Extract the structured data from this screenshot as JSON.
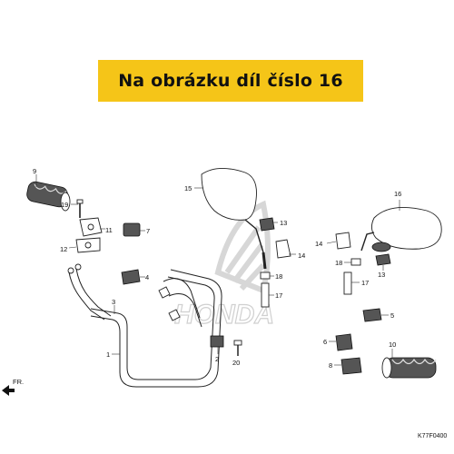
{
  "banner": {
    "text": "Na obrázku díl číslo 16",
    "color": "#f5c518"
  },
  "watermark": {
    "text": "HONDA"
  },
  "callouts": {
    "c1": "1",
    "c2": "2",
    "c3": "3",
    "c4": "4",
    "c5": "5",
    "c6": "6",
    "c7": "7",
    "c8": "8",
    "c9": "9",
    "c10": "10",
    "c11": "11",
    "c12": "12",
    "c13a": "13",
    "c13b": "13",
    "c14a": "14",
    "c14b": "14",
    "c15": "15",
    "c16": "16",
    "c17a": "17",
    "c17b": "17",
    "c18a": "18",
    "c18b": "18",
    "c19": "19",
    "c20": "20"
  },
  "front_marker": "FR.",
  "diagram_code": "K77F0400"
}
